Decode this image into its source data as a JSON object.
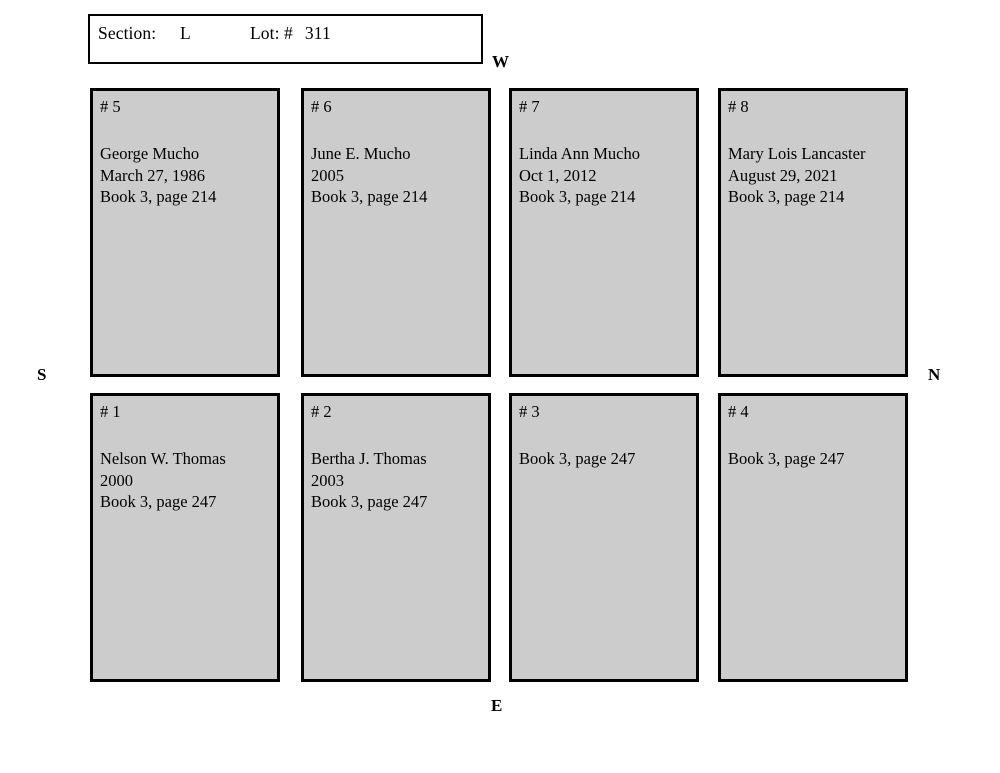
{
  "document": {
    "type": "cemetery-lot-diagram",
    "background_color": "#ffffff",
    "plot_fill_color": "#cccccc",
    "border_color": "#000000"
  },
  "header": {
    "section_label": "Section:",
    "section_value": "L",
    "lot_label": "Lot: #",
    "lot_value": "311"
  },
  "compass": {
    "west": "W",
    "north": "N",
    "south": "S",
    "east": "E"
  },
  "plots": [
    {
      "number": "# 5",
      "name": "George Mucho",
      "date": "March 27, 1986",
      "record": "Book 3, page 214",
      "body": "George Mucho\nMarch 27, 1986\nBook 3, page 214"
    },
    {
      "number": "# 6",
      "name": "June E. Mucho",
      "date": "2005",
      "record": "Book 3, page 214",
      "body": "June E. Mucho\n2005\nBook 3, page 214"
    },
    {
      "number": "# 7",
      "name": "Linda Ann Mucho",
      "date": "Oct 1, 2012",
      "record": "Book 3, page 214",
      "body": "Linda Ann Mucho\nOct 1, 2012\nBook 3, page 214"
    },
    {
      "number": "# 8",
      "name": "Mary Lois Lancaster",
      "date": "August 29, 2021",
      "record": "Book 3, page 214",
      "body": "Mary Lois Lancaster\nAugust 29, 2021\nBook 3, page 214"
    },
    {
      "number": "# 1",
      "name": "Nelson W. Thomas",
      "date": "2000",
      "record": "Book 3, page 247",
      "body": "Nelson W. Thomas\n2000\nBook 3, page 247"
    },
    {
      "number": "# 2",
      "name": "Bertha J. Thomas",
      "date": "2003",
      "record": "Book 3, page 247",
      "body": "Bertha J. Thomas\n2003\nBook 3, page 247"
    },
    {
      "number": "# 3",
      "name": "",
      "date": "",
      "record": "Book 3, page 247",
      "body": "Book 3, page 247"
    },
    {
      "number": "# 4",
      "name": "",
      "date": "",
      "record": "Book 3, page 247",
      "body": "Book 3, page 247"
    }
  ]
}
